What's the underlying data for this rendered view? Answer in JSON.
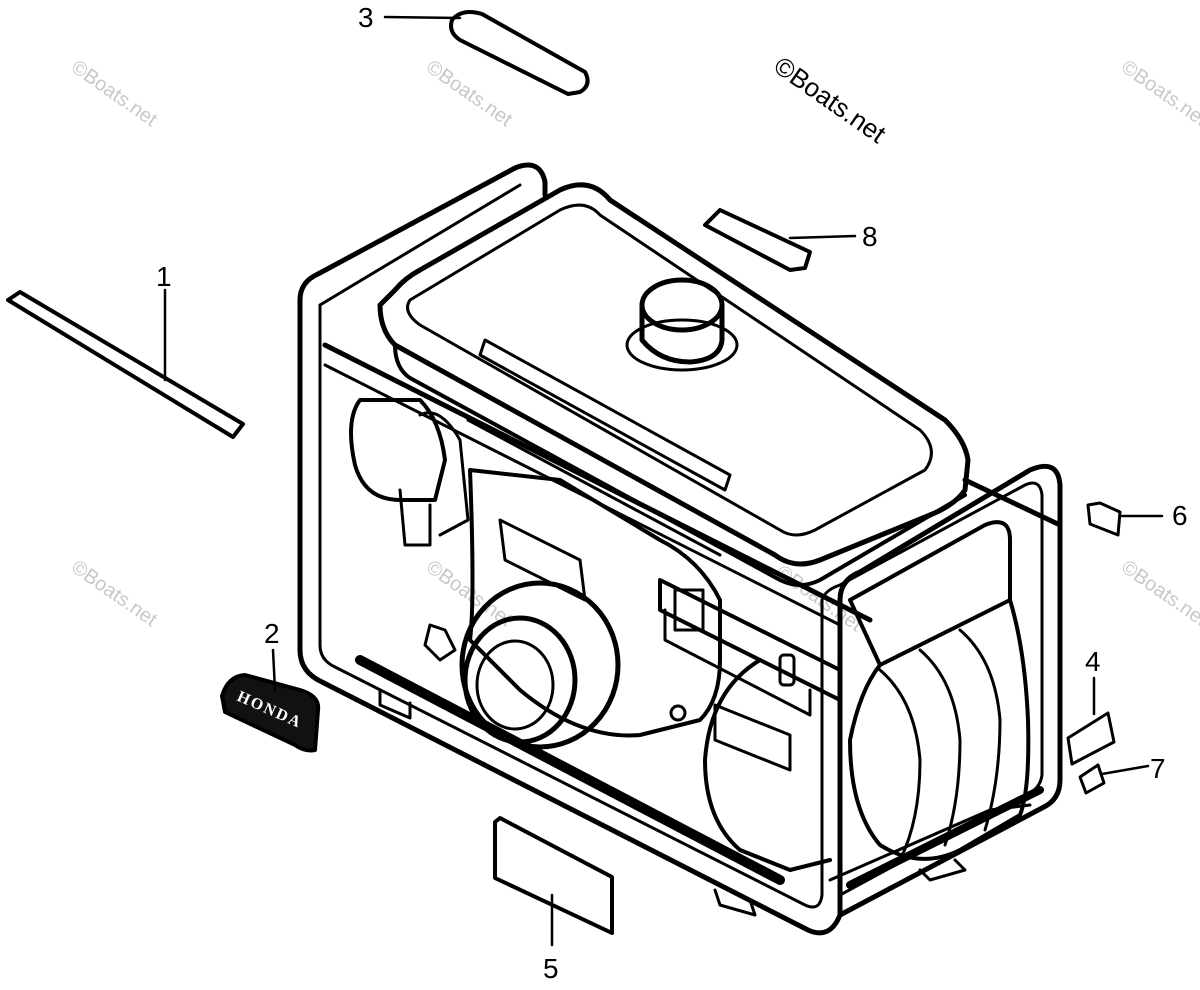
{
  "watermark": {
    "main": "©Boats.net",
    "faint": "©Boats.net"
  },
  "logo": {
    "text": "HONDA"
  },
  "callouts": [
    {
      "id": "1",
      "label": "1"
    },
    {
      "id": "2",
      "label": "2"
    },
    {
      "id": "3",
      "label": "3"
    },
    {
      "id": "4",
      "label": "4"
    },
    {
      "id": "5",
      "label": "5"
    },
    {
      "id": "6",
      "label": "6"
    },
    {
      "id": "7",
      "label": "7"
    },
    {
      "id": "8",
      "label": "8"
    }
  ]
}
